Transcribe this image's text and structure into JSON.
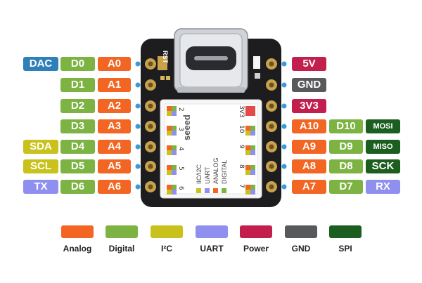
{
  "colors": {
    "analog": "#f26522",
    "digital": "#7cb342",
    "i2c": "#c9c21d",
    "uart": "#8f8ff0",
    "power": "#c21f4e",
    "gnd": "#58595b",
    "spi": "#1b5e20",
    "dac": "#2f7fb8"
  },
  "board": {
    "rst_label": "RST",
    "brand": "seeed",
    "chip_pins_left": [
      "2",
      "3",
      "4",
      "5",
      "6"
    ],
    "chip_pins_right": [
      "3V3",
      "10",
      "9",
      "8",
      "7"
    ],
    "chip_legend": [
      "IIC/I2C",
      "UART",
      "ANALOG",
      "DIGITAL"
    ]
  },
  "left_pins": [
    {
      "extra": "DAC",
      "extra_type": "dac",
      "digital": "D0",
      "analog": "A0"
    },
    {
      "extra": "",
      "extra_type": "",
      "digital": "D1",
      "analog": "A1"
    },
    {
      "extra": "",
      "extra_type": "",
      "digital": "D2",
      "analog": "A2"
    },
    {
      "extra": "",
      "extra_type": "",
      "digital": "D3",
      "analog": "A3"
    },
    {
      "extra": "SDA",
      "extra_type": "i2c",
      "digital": "D4",
      "analog": "A4"
    },
    {
      "extra": "SCL",
      "extra_type": "i2c",
      "digital": "D5",
      "analog": "A5"
    },
    {
      "extra": "TX",
      "extra_type": "uart",
      "digital": "D6",
      "analog": "A6"
    }
  ],
  "right_pins": [
    {
      "primary": "5V",
      "primary_type": "power",
      "digital": "",
      "extra": "",
      "extra_type": ""
    },
    {
      "primary": "GND",
      "primary_type": "gnd",
      "digital": "",
      "extra": "",
      "extra_type": ""
    },
    {
      "primary": "3V3",
      "primary_type": "power",
      "digital": "",
      "extra": "",
      "extra_type": ""
    },
    {
      "primary": "A10",
      "primary_type": "analog",
      "digital": "D10",
      "extra": "MOSI",
      "extra_type": "spi"
    },
    {
      "primary": "A9",
      "primary_type": "analog",
      "digital": "D9",
      "extra": "MISO",
      "extra_type": "spi"
    },
    {
      "primary": "A8",
      "primary_type": "analog",
      "digital": "D8",
      "extra": "SCK",
      "extra_type": "spi"
    },
    {
      "primary": "A7",
      "primary_type": "analog",
      "digital": "D7",
      "extra": "RX",
      "extra_type": "uart"
    }
  ],
  "legend": [
    {
      "label": "Analog",
      "type": "analog"
    },
    {
      "label": "Digital",
      "type": "digital"
    },
    {
      "label": "I²C",
      "type": "i2c"
    },
    {
      "label": "UART",
      "type": "uart"
    },
    {
      "label": "Power",
      "type": "power"
    },
    {
      "label": "GND",
      "type": "gnd"
    },
    {
      "label": "SPI",
      "type": "spi"
    }
  ]
}
